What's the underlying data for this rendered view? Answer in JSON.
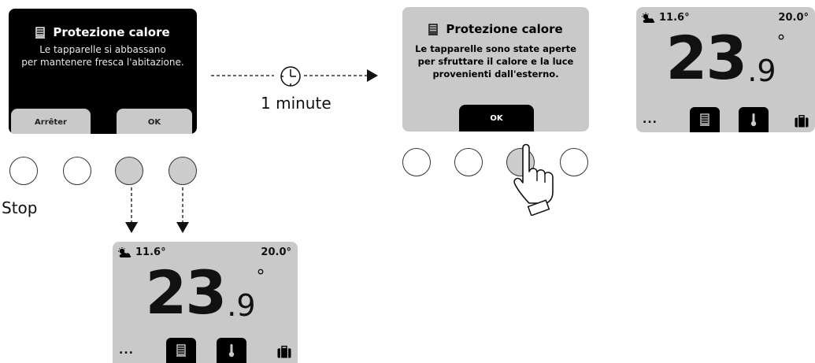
{
  "dialog_heat_lowering": {
    "title": "Protezione calore",
    "message": "Le tapparelle si abbassano\nper mantenere fresca l'abitazione.",
    "left_button": "Arrêter",
    "right_button": "OK"
  },
  "stop_caption": "Stop",
  "timer": {
    "label": "1 minute"
  },
  "dialog_heat_opened": {
    "title": "Protezione calore",
    "message": "Le tapparelle sono state aperte\nper sfruttare il calore e la luce\nprovenienti dall'esterno.",
    "button": "OK"
  },
  "home_screen": {
    "outdoor_temp": "11.6°",
    "setpoint": "20.0°",
    "temp_integer": "23",
    "temp_decimal": ".9",
    "temp_degree": "°",
    "menu_label": "..."
  },
  "hardware_buttons_pressed": [
    false,
    false,
    true,
    true
  ],
  "colors": {
    "screen_grey": "#c9c9c9",
    "screen_black": "#000000",
    "button_pressed": "#cdcdcd"
  },
  "icons": [
    "shutter-icon",
    "clock-icon",
    "weather-sun-cloud-icon",
    "thermometer-icon",
    "suitcase-icon",
    "pointing-hand-icon",
    "arrow-down-icon",
    "arrow-right-icon"
  ]
}
